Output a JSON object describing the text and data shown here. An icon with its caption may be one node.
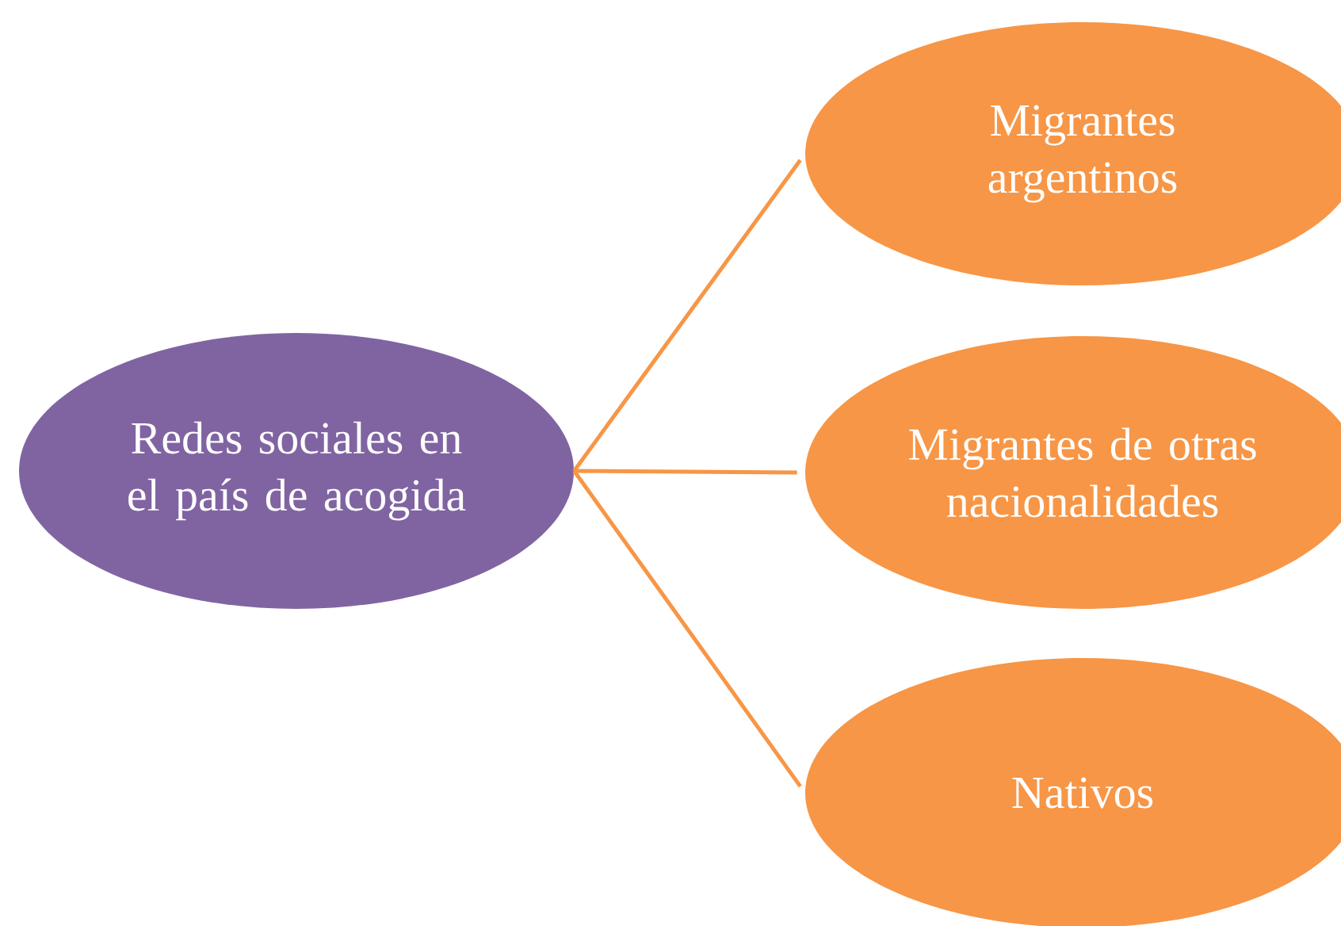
{
  "diagram": {
    "nodes": [
      {
        "text": [
          "Redes sociales en el país de acogida"
        ]
      },
      {
        "text": [
          "Migrantes argentinos"
        ]
      },
      {
        "text": [
          "Migrantes de otras nacionalidades"
        ]
      },
      {
        "text": [
          "Nativos"
        ]
      }
    ],
    "edges": [
      {
        "from": 0,
        "to": 1,
        "arrow": "none"
      },
      {
        "from": 0,
        "to": 2,
        "arrow": "none"
      },
      {
        "from": 0,
        "to": 3,
        "arrow": "none"
      }
    ]
  }
}
